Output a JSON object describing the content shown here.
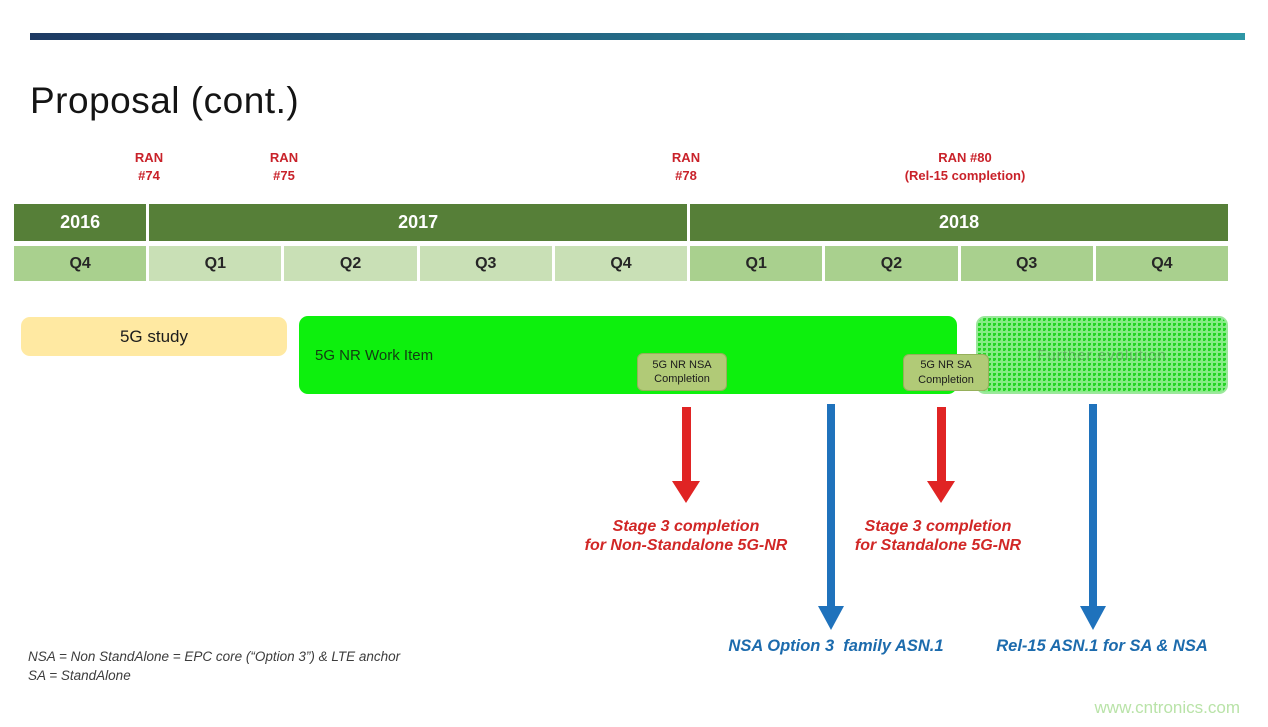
{
  "slide": {
    "title": "Proposal (cont.)",
    "accent_colors": {
      "left": "#1e3a63",
      "right": "#2e96a5"
    },
    "ran_milestones": [
      {
        "line1": "RAN",
        "line2": "#74"
      },
      {
        "line1": "RAN",
        "line2": "#75"
      },
      {
        "line1": "RAN",
        "line2": "#78"
      },
      {
        "line1": "RAN #80",
        "line2": "(Rel-15 completion)"
      }
    ],
    "timeline": {
      "years": [
        {
          "label": "2016"
        },
        {
          "label": "2017"
        },
        {
          "label": "2018"
        }
      ],
      "quarters": [
        "Q4",
        "Q1",
        "Q2",
        "Q3",
        "Q4",
        "Q1",
        "Q2",
        "Q3",
        "Q4"
      ],
      "colors": {
        "year_bg": "#567f38",
        "quarter_2016_2018_bg": "#a9d08e",
        "quarter_2017_bg": "#c9e0b6"
      }
    },
    "bars": {
      "study": {
        "label": "5G study",
        "color": "#ffe9a2"
      },
      "work_item": {
        "label": "5G NR Work Item",
        "color": "#0df00d"
      },
      "further": {
        "label": "Further evolution",
        "style": "hatched-green"
      }
    },
    "milestone_boxes": [
      {
        "line1": "5G NR NSA",
        "line2": "Completion"
      },
      {
        "line1": "5G NR SA",
        "line2": "Completion"
      }
    ],
    "stage3_notes": [
      {
        "line1": "Stage 3 completion",
        "line2": "for Non-Standalone 5G-NR"
      },
      {
        "line1": "Stage 3 completion",
        "line2": "for Standalone 5G-NR"
      }
    ],
    "asn1_notes": [
      {
        "text": "NSA Option 3  family ASN.1"
      },
      {
        "text": "Rel-15 ASN.1 for SA & NSA"
      }
    ],
    "arrow_colors": {
      "red": "#e02424",
      "blue": "#1f72bc"
    },
    "footnotes": [
      "NSA = Non StandAlone = EPC core (“Option 3”) & LTE anchor",
      "SA = StandAlone"
    ],
    "watermark": "www.cntronics.com"
  }
}
